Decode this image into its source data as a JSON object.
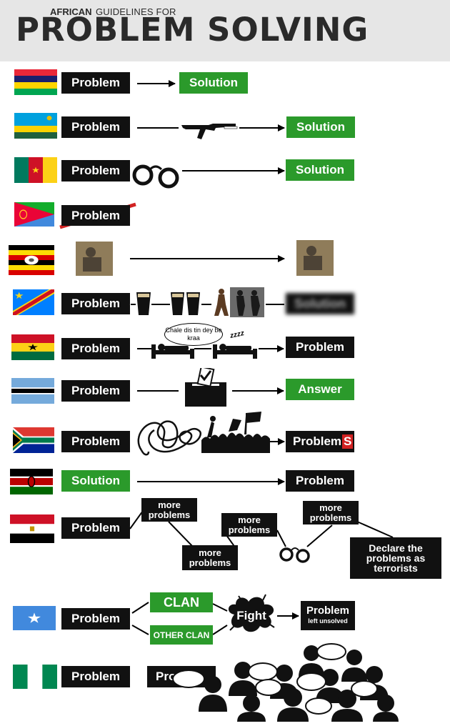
{
  "header": {
    "prefix": "AFRICAN",
    "kicker": "GUIDELINES FOR",
    "title": "PROBLEM SOLVING"
  },
  "labels": {
    "problem": "Problem",
    "solution": "Solution",
    "answer": "Answer",
    "problems_end": "Problem",
    "problems_s": "S",
    "more_problems": "more problems",
    "declare": "Declare the problems as terrorists",
    "clan": "CLAN",
    "other_clan": "OTHER CLAN",
    "fight": "Fight",
    "left_unsolved_a": "Problem",
    "left_unsolved_b": "left unsolved",
    "crossed": "Problem",
    "obscured_solution": "Solution",
    "partial": "Pro",
    "bubble": "Chale dis tin dey be kraa",
    "zzz": "zzzz"
  },
  "colors": {
    "green": "#2b9a2b",
    "black": "#111111",
    "header_bg": "#e6e6e6",
    "red": "#d22222"
  },
  "icons": [
    "arrow-icon",
    "rifle-icon",
    "handcuffs-icon",
    "beer-icon",
    "dancer-icon",
    "bed-icon",
    "ballot-box-icon",
    "tangle-icon",
    "crowd-icon",
    "speech-bubble-icon",
    "person-icon"
  ]
}
